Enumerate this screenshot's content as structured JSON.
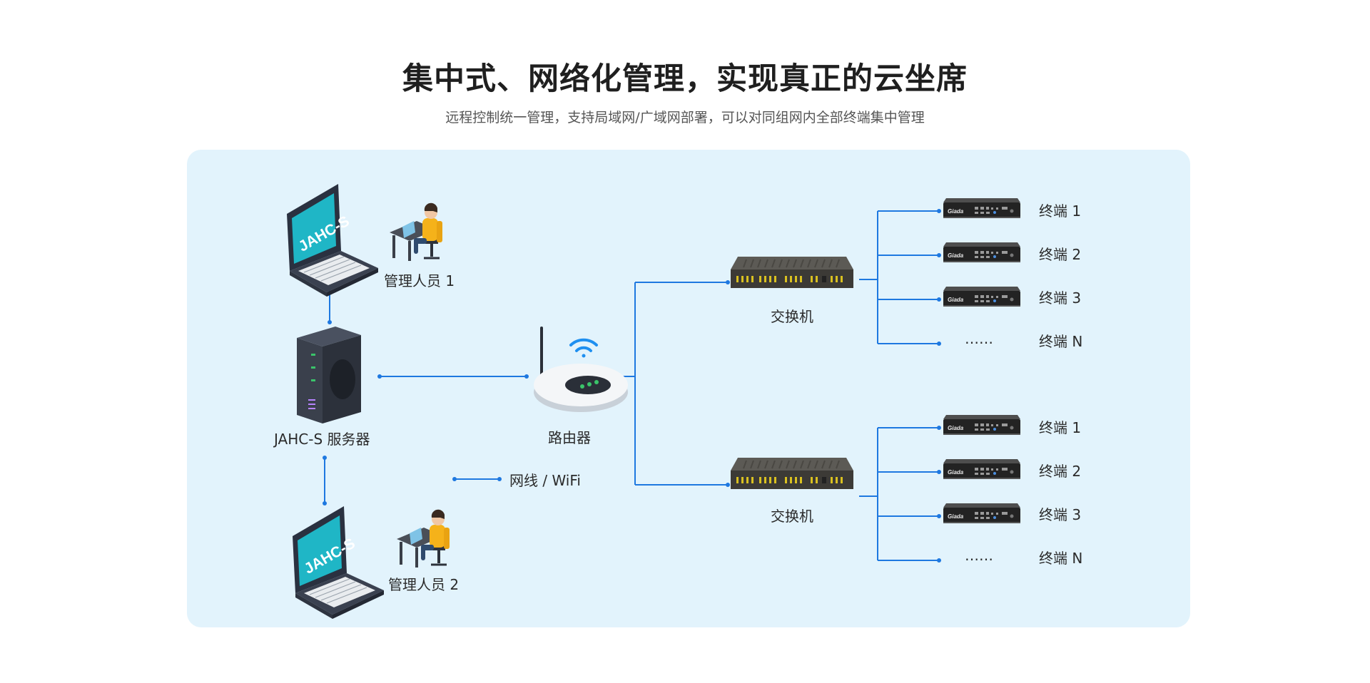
{
  "title": "集中式、网络化管理，实现真正的云坐席",
  "subtitle": "远程控制统一管理，支持局域网/广域网部署，可以对同组网内全部终端集中管理",
  "laptop_screen_text": "JAHC-S",
  "terminal_brand": "Giada",
  "labels": {
    "admin1": "管理人员 1",
    "admin2": "管理人员 2",
    "server": "JAHC-S 服务器",
    "router": "路由器",
    "switch1": "交换机",
    "switch2": "交换机",
    "legend": "网线 / WiFi"
  },
  "group1": {
    "terminals": [
      "终端 1",
      "终端 2",
      "终端 3",
      "终端 N"
    ],
    "ellipsis": "……"
  },
  "group2": {
    "terminals": [
      "终端 1",
      "终端 2",
      "终端 3",
      "终端 N"
    ],
    "ellipsis": "……"
  },
  "colors": {
    "panel": "#e2f3fc",
    "line": "#1e78e0",
    "wifi": "#1e8ff0",
    "laptop_screen": "#1fb6c6",
    "person_shirt": "#f5b21a"
  }
}
